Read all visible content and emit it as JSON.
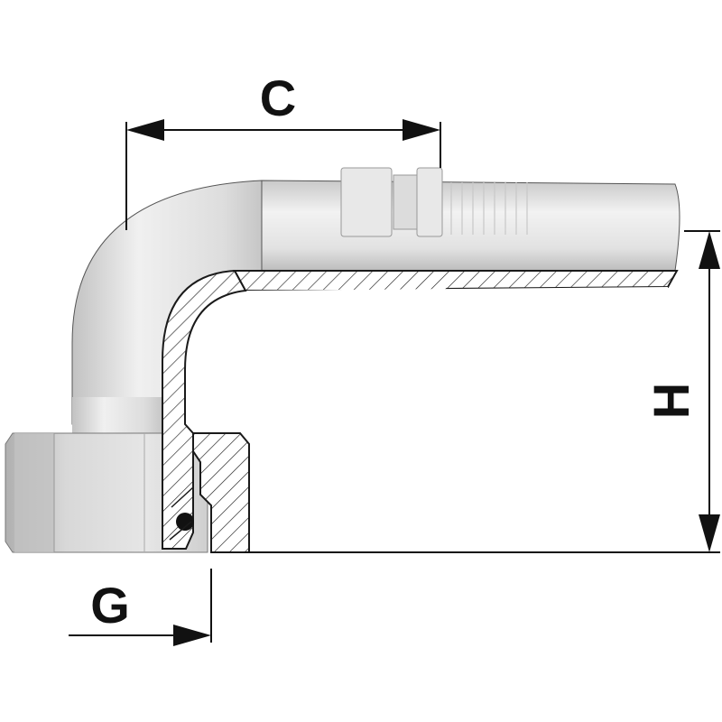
{
  "dimensions": {
    "c": "C",
    "h": "H",
    "g": "G"
  },
  "colors": {
    "body_light": "#eeeeee",
    "body_mid": "#d6d6d6",
    "body_dark": "#b8b8b8",
    "outline": "#1a1a1a",
    "hatch": "#222222"
  }
}
